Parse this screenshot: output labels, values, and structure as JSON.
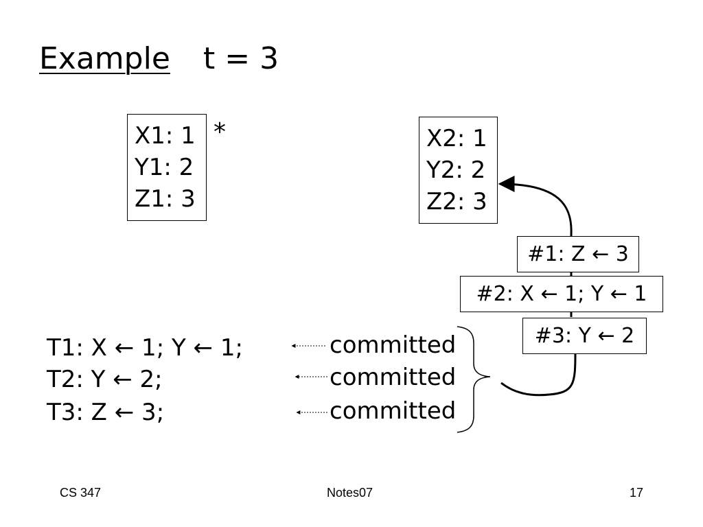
{
  "title": {
    "heading": "Example",
    "time_label": "t = 3"
  },
  "memory_copy_1": {
    "lines": [
      "X1: 1",
      "Y1: 2",
      "Z1: 3"
    ],
    "marker": "*"
  },
  "memory_copy_2": {
    "lines": [
      "X2: 1",
      "Y2: 2",
      "Z2: 3"
    ]
  },
  "redo_log": [
    "#1: Z ← 3",
    "#2: X ← 1; Y ← 1",
    "#3: Y ← 2"
  ],
  "transactions": [
    "T1:  X ← 1;  Y ← 1;",
    "T2: Y ← 2;",
    "T3: Z ← 3;"
  ],
  "status_labels": [
    "committed",
    "committed",
    "committed"
  ],
  "footer": {
    "course": "CS 347",
    "notes": "Notes07",
    "page": "17"
  }
}
